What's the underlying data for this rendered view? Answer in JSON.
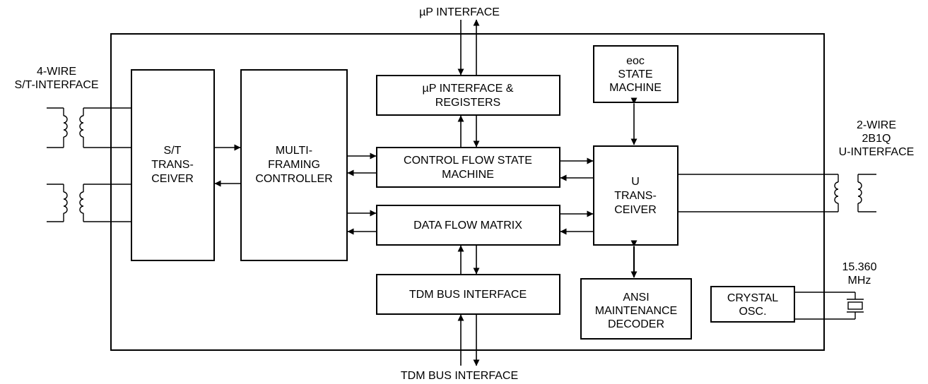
{
  "labels": {
    "up_interface_top": "µP INTERFACE",
    "tdm_bus_bottom": "TDM BUS INTERFACE",
    "st_interface": [
      "4-WIRE",
      "S/T-INTERFACE"
    ],
    "u_interface": [
      "2-WIRE",
      "2B1Q",
      "U-INTERFACE"
    ],
    "crystal_freq": [
      "15.360",
      "MHz"
    ]
  },
  "blocks": {
    "st_transceiver": [
      "S/T",
      "TRANS-",
      "CEIVER"
    ],
    "multiframing": [
      "MULTI-",
      "FRAMING",
      "CONTROLLER"
    ],
    "up_registers": [
      "µP INTERFACE &",
      "REGISTERS"
    ],
    "control_flow": [
      "CONTROL FLOW STATE",
      "MACHINE"
    ],
    "data_flow": [
      "DATA FLOW MATRIX"
    ],
    "tdm_bus": [
      "TDM BUS INTERFACE"
    ],
    "eoc": [
      "eoc",
      "STATE",
      "MACHINE"
    ],
    "u_transceiver": [
      "U",
      "TRANS-",
      "CEIVER"
    ],
    "ansi": [
      "ANSI",
      "MAINTENANCE",
      "DECODER"
    ],
    "crystal": [
      "CRYSTAL",
      "OSC."
    ]
  }
}
